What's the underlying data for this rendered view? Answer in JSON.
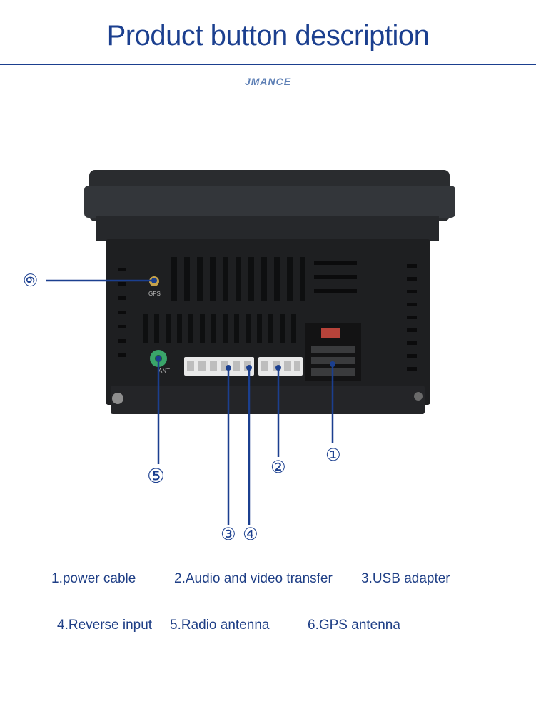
{
  "header": {
    "title": "Product button description",
    "brand": "JMANCE"
  },
  "callouts": [
    "①",
    "②",
    "③",
    "④",
    "⑤",
    "⑥"
  ],
  "device_labels": {
    "gps": "GPS",
    "ant": "ANT"
  },
  "legend": [
    "1.power cable",
    "2.Audio and video transfer",
    "3.USB adapter",
    "4.Reverse input",
    "5.Radio antenna",
    "6.GPS antenna"
  ],
  "colors": {
    "title": "#1b3f8f",
    "callout_line": "#1b3f8f",
    "device_body": "#1e1f21",
    "antenna_port": "#3aa56a"
  }
}
